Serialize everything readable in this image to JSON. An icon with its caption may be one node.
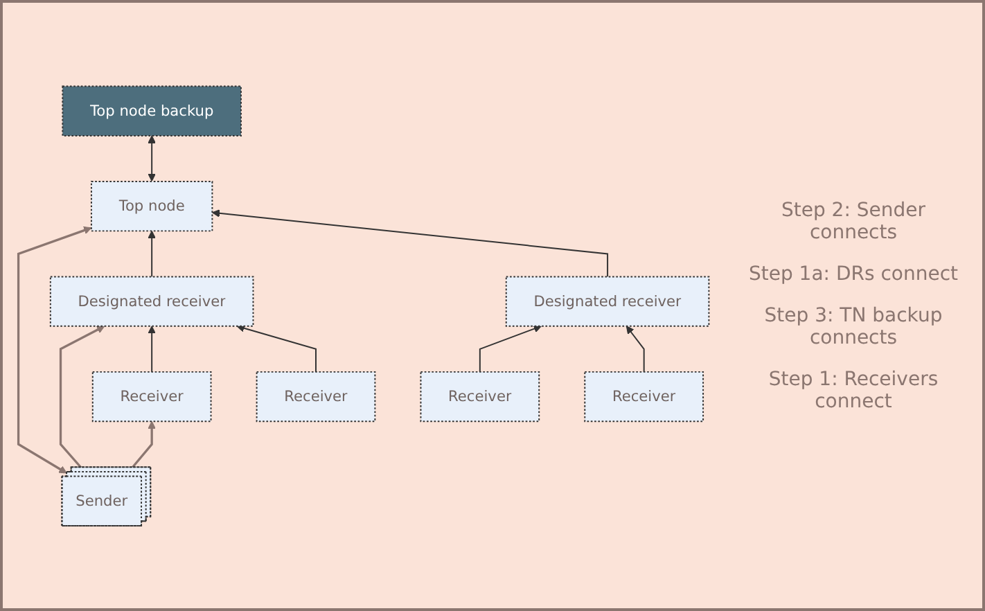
{
  "diagram": {
    "nodes": [
      {
        "text": [
          "Sender"
        ]
      },
      {
        "text": [
          "Top node"
        ]
      },
      {
        "text": [
          "Top node backup"
        ]
      },
      {
        "text": [
          "Designated receiver"
        ]
      },
      {
        "text": [
          "Designated receiver"
        ]
      },
      {
        "text": [
          "Receiver"
        ]
      },
      {
        "text": [
          "Receiver"
        ]
      },
      {
        "text": [
          "Receiver"
        ]
      },
      {
        "text": [
          "Receiver"
        ]
      }
    ],
    "edges": [
      {
        "from": 0,
        "to": 1,
        "arrow": "both",
        "color": "#8b7670"
      },
      {
        "from": 1,
        "to": 2,
        "arrow": "both"
      },
      {
        "from": 3,
        "to": 1,
        "arrow": "to"
      },
      {
        "from": 4,
        "to": 1,
        "arrow": "to"
      },
      {
        "from": 0,
        "to": 3,
        "arrow": "to",
        "color": "#8b7670"
      },
      {
        "from": 0,
        "to": 5,
        "arrow": "to",
        "color": "#8b7670"
      },
      {
        "from": 5,
        "to": 3,
        "arrow": "to"
      },
      {
        "from": 6,
        "to": 3,
        "arrow": "to"
      },
      {
        "from": 7,
        "to": 4,
        "arrow": "to"
      },
      {
        "from": 8,
        "to": 4,
        "arrow": "to"
      }
    ],
    "labels": [
      "Step 2: Sender connects",
      "Step 1a: DRs connect",
      "Step 3: TN backup connects",
      "Step 1: Receivers connect"
    ]
  }
}
